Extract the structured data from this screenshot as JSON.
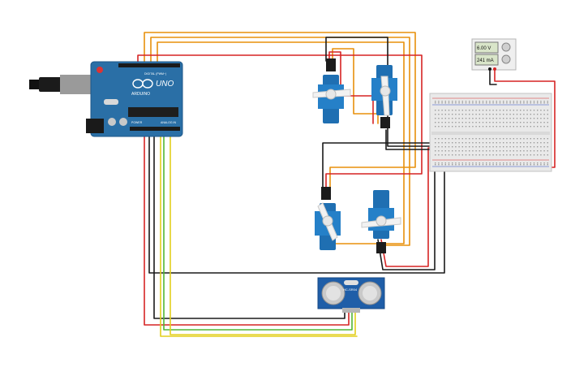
{
  "arduino": {
    "brand": "ARDUINO",
    "model": "UNO",
    "header_digital": "DIGITAL (PWM~)",
    "header_power": "POWER",
    "header_analog": "ANALOG IN"
  },
  "power_supply": {
    "voltage": "6.00 V",
    "current": "241 mA"
  },
  "sensor": {
    "label": "HC-SR04"
  },
  "colors": {
    "board": "#2a6fa6",
    "servo": "#1f6fb2",
    "wire_orange": "#e8900c",
    "wire_red": "#d62424",
    "wire_black": "#1a1a1a",
    "wire_yellow": "#e3cf1c",
    "wire_green": "#52b535",
    "breadboard": "#e9e9e9"
  }
}
